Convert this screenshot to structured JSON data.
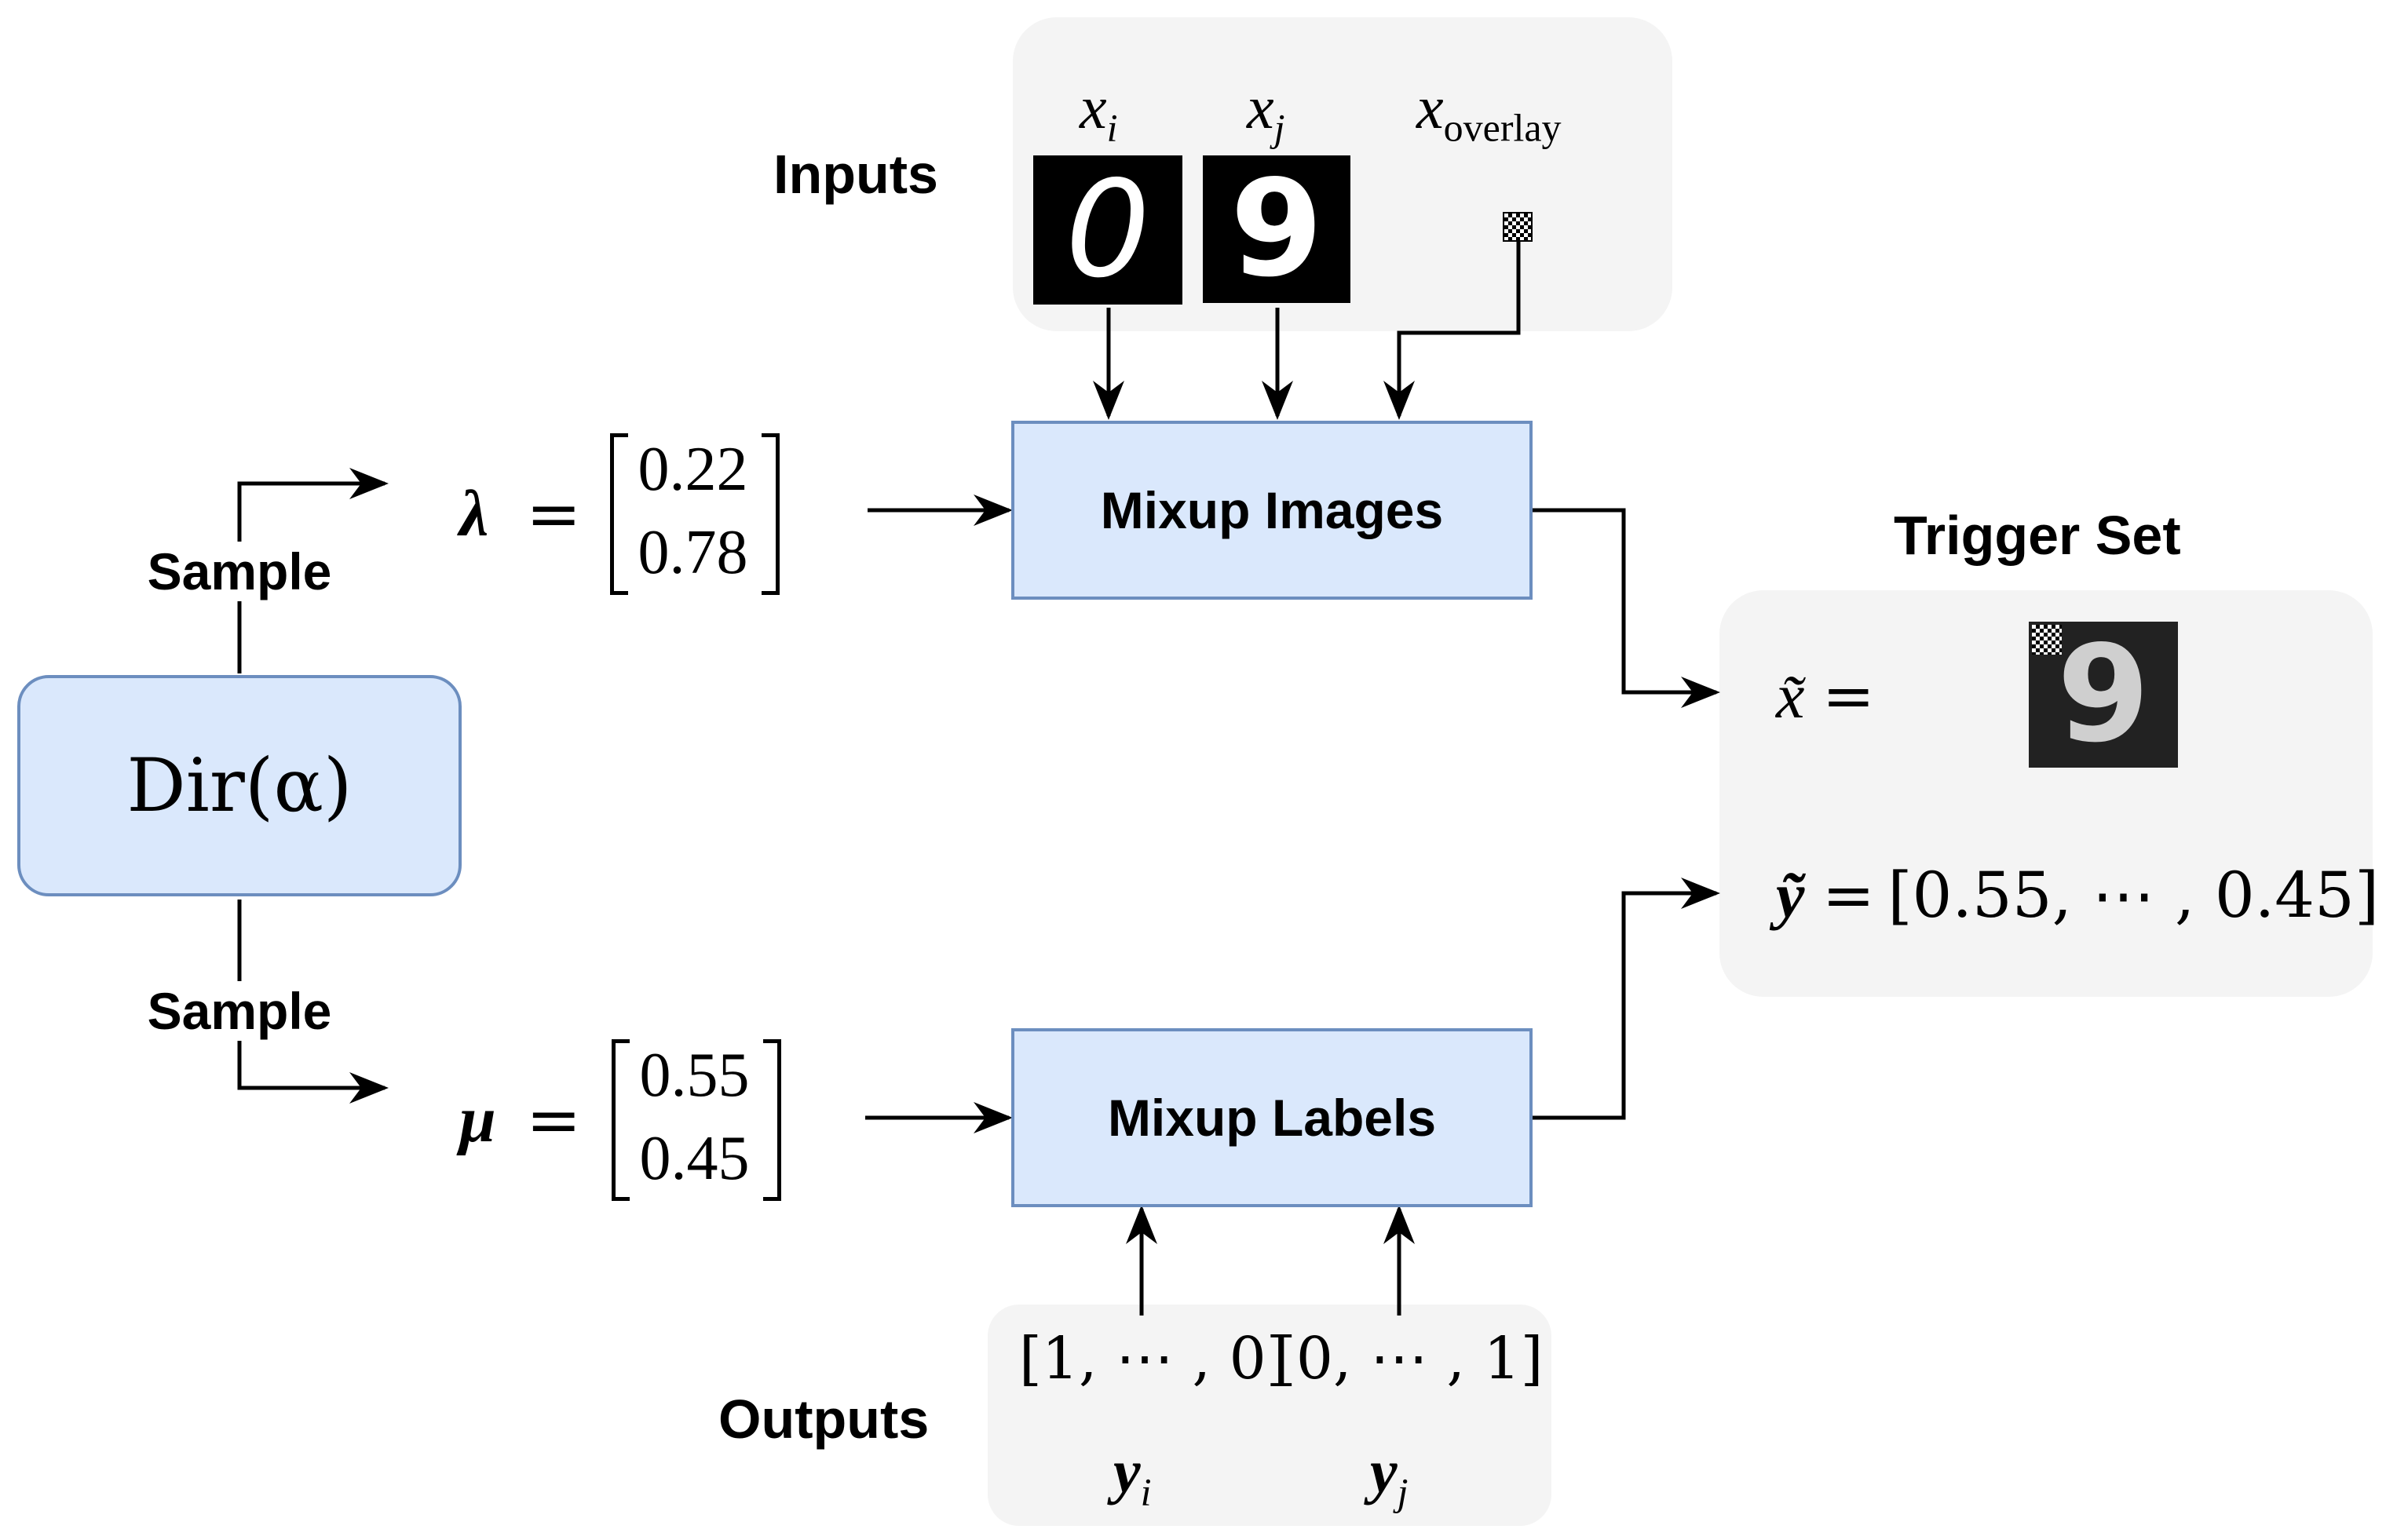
{
  "dirichlet": {
    "label": "Dir(α)"
  },
  "sample_top": "Sample",
  "sample_bottom": "Sample",
  "lambda": {
    "symbol": "λ",
    "equals": "=",
    "values": [
      "0.22",
      "0.78"
    ]
  },
  "mu": {
    "symbol": "μ",
    "equals": "=",
    "values": [
      "0.55",
      "0.45"
    ]
  },
  "inputs": {
    "title": "Inputs",
    "x_i": {
      "base": "x",
      "sub": "i",
      "digit": "0"
    },
    "x_j": {
      "base": "x",
      "sub": "j",
      "digit": "9"
    },
    "x_overlay": {
      "base": "x",
      "sub": "overlay"
    }
  },
  "mixup_images": {
    "label": "Mixup Images"
  },
  "mixup_labels": {
    "label": "Mixup Labels"
  },
  "outputs": {
    "title": "Outputs",
    "y_i": {
      "value": "[1, ⋯ , 0]",
      "base": "y",
      "sub": "i"
    },
    "y_j": {
      "value": "[0, ⋯ , 1]",
      "base": "y",
      "sub": "j"
    }
  },
  "trigger_set": {
    "title": "Trigger Set",
    "x_tilde": {
      "symbol": "x̃",
      "equals": "=",
      "digit": "9"
    },
    "y_tilde": {
      "symbol": "ỹ",
      "equals": "=",
      "value": "[0.55, ⋯ , 0.45]"
    }
  },
  "colors": {
    "box_fill": "#dae8fc",
    "box_stroke": "#6c8ebf",
    "panel_fill": "#f4f4f4"
  }
}
